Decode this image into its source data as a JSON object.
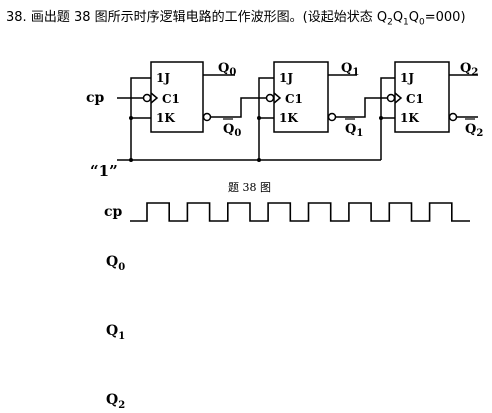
{
  "question": {
    "number": "38.",
    "text": "画出题 38 图所示时序逻辑电路的工作波形图。(设起始状态 ",
    "state": [
      "Q",
      "2",
      "Q",
      "1",
      "Q",
      "0",
      "=000)"
    ]
  },
  "circuit": {
    "cp_label": "cp",
    "one_label": "“1”",
    "caption": "题 38 图",
    "flipflops": [
      {
        "j": "1J",
        "c": "C1",
        "k": "1K",
        "q": "Q",
        "q_sub": "0",
        "qbar": "Q",
        "qbar_sub": "0"
      },
      {
        "j": "1J",
        "c": "C1",
        "k": "1K",
        "q": "Q",
        "q_sub": "1",
        "qbar": "Q",
        "qbar_sub": "1"
      },
      {
        "j": "1J",
        "c": "C1",
        "k": "1K",
        "q": "Q",
        "q_sub": "2",
        "qbar": "Q",
        "qbar_sub": "2"
      }
    ]
  },
  "waveforms": {
    "cp_label": "cp",
    "cp_pulses": 8,
    "rows": [
      {
        "base": "Q",
        "sub": "0"
      },
      {
        "base": "Q",
        "sub": "1"
      },
      {
        "base": "Q",
        "sub": "2"
      }
    ]
  }
}
